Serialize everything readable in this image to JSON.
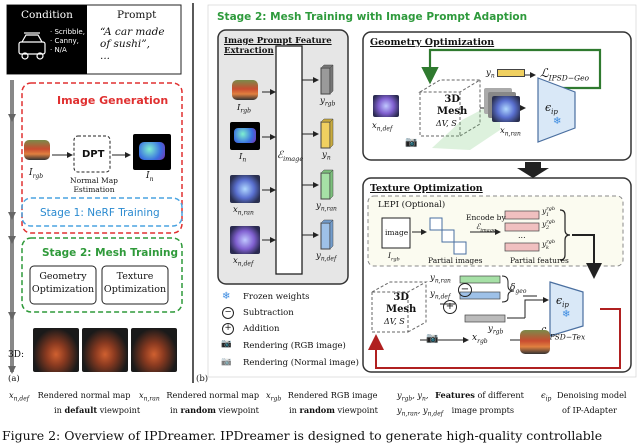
{
  "left": {
    "header_condition": "Condition",
    "header_prompt": "Prompt",
    "cond_types": "· Scribble,\n· Canny,\n· N/A",
    "prompt_text": "“A car made\nof sushi”,\n...",
    "image_gen": "Image Generation",
    "dpt": "DPT",
    "normal_est": "Normal Map\nEstimation",
    "i_rgb": "I",
    "i_rgb_sub": "rgb",
    "i_n": "I",
    "i_n_sub": "n",
    "stage1": "Stage 1: NeRF Training",
    "stage2": "Stage 2: Mesh Training",
    "geo_btn": "Geometry\nOptimization",
    "tex_btn": "Texture\nOptimization",
    "three_d": "3D:",
    "panel_a": "(a)"
  },
  "right": {
    "stage_title": "Stage 2: Mesh Training with Image Prompt Adaption",
    "feat_title": "Image Prompt Feature\nExtraction",
    "encoder": "ℰ",
    "encoder_sub": "image",
    "inputs": [
      {
        "base": "I",
        "sub": "rgb"
      },
      {
        "base": "I",
        "sub": "n"
      },
      {
        "base": "x",
        "sub": "n,ran"
      },
      {
        "base": "x",
        "sub": "n,def"
      }
    ],
    "outputs": [
      {
        "base": "y",
        "sub": "rgb"
      },
      {
        "base": "y",
        "sub": "n"
      },
      {
        "base": "y",
        "sub": "n,ran"
      },
      {
        "base": "y",
        "sub": "n,def"
      }
    ],
    "geo_title": "Geometry Optimization",
    "mesh_label": "3D\nMesh",
    "mesh_delta": "ΔV, S",
    "geo_yn": "y",
    "geo_yn_sub": "n",
    "geo_xdef": "x",
    "geo_xdef_sub": "n,def",
    "geo_xran": "x",
    "geo_xran_sub": "n,ran",
    "eps": "ϵ",
    "eps_sub": "ip",
    "loss_geo": "ℒ",
    "loss_geo_sub": "IPSD−Geo",
    "tex_title": "Texture Optimization",
    "lepi": "LEPI (Optional)",
    "image_word": "image",
    "irgb": "I",
    "irgb_sub": "rgb",
    "encode_by": "Encode by",
    "partial_images": "Partial images",
    "partial_features": "Partial features",
    "y1": "y",
    "y1_sub": "1",
    "y1_sup": "rgb",
    "y2": "y",
    "y2_sub": "2",
    "y2_sup": "rgb",
    "yk": "y",
    "yk_sub": "k",
    "yk_sup": "rgb",
    "dots": "...",
    "tex_ynran": "y",
    "tex_ynran_sub": "n,ran",
    "tex_yndef": "y",
    "tex_yndef_sub": "n,def",
    "delta_geo": "δ",
    "delta_geo_sub": "geo",
    "tex_yrgb": "y",
    "tex_yrgb_sub": "rgb",
    "x_rgb": "x",
    "x_rgb_sub": "rgb",
    "loss_tex": "ℒ",
    "loss_tex_sub": "IPSD−Tex",
    "legend": [
      {
        "icon": "snowflake",
        "text": "Frozen weights"
      },
      {
        "icon": "minus",
        "text": "Subtraction"
      },
      {
        "icon": "plus",
        "text": "Addition"
      },
      {
        "icon": "camera-dark",
        "text": "Rendering (RGB image)"
      },
      {
        "icon": "camera-light",
        "text": "Rendering (Normal image)"
      }
    ],
    "panel_b": "(b)"
  },
  "footer": [
    {
      "sym": "x",
      "sub": "n,def",
      "line1": "Rendered normal map",
      "line2a": "in ",
      "bold": "default",
      "line2b": " viewpoint"
    },
    {
      "sym": "x",
      "sub": "n,ran",
      "line1": "Rendered normal map",
      "line2a": "in ",
      "bold": "random",
      "line2b": " viewpoint"
    },
    {
      "sym": "x",
      "sub": "rgb",
      "line1": "Rendered RGB image",
      "line2a": "in ",
      "bold": "random",
      "line2b": " viewpoint"
    },
    {
      "sym": "y",
      "sub": "rgb, y_n, y_n,ran, y_n,def",
      "line1": "Features",
      "line2a": "of different image prompts",
      "bold": "",
      "line2b": ""
    },
    {
      "sym": "ϵ",
      "sub": "ip",
      "line1": "Denoising model",
      "line2a": "of IP-Adapter",
      "bold": "",
      "line2b": ""
    }
  ],
  "caption": "Figure 2: Overview of IPDreamer. IPDreamer is designed to generate high-quality controllable",
  "colors": {
    "red": "#e03030",
    "blue": "#4aa3e0",
    "green": "#2f9a3a",
    "title_green": "#2e9a3c",
    "dark": "#222222"
  }
}
